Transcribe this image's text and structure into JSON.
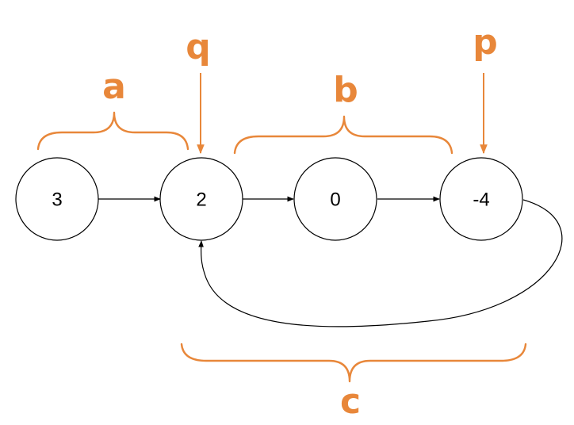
{
  "colors": {
    "accent": "#e8873a",
    "node_stroke": "#000000",
    "text": "#000000"
  },
  "nodes": [
    {
      "id": "n0",
      "label": "3"
    },
    {
      "id": "n1",
      "label": "2"
    },
    {
      "id": "n2",
      "label": "0"
    },
    {
      "id": "n3",
      "label": "-4"
    }
  ],
  "edges": [
    {
      "from": "n0",
      "to": "n1"
    },
    {
      "from": "n1",
      "to": "n2"
    },
    {
      "from": "n2",
      "to": "n3"
    },
    {
      "from": "n3",
      "to": "n1"
    }
  ],
  "pointers": [
    {
      "label": "q",
      "target": "n1"
    },
    {
      "label": "p",
      "target": "n3"
    }
  ],
  "segments": [
    {
      "label": "a"
    },
    {
      "label": "b"
    },
    {
      "label": "c"
    }
  ]
}
